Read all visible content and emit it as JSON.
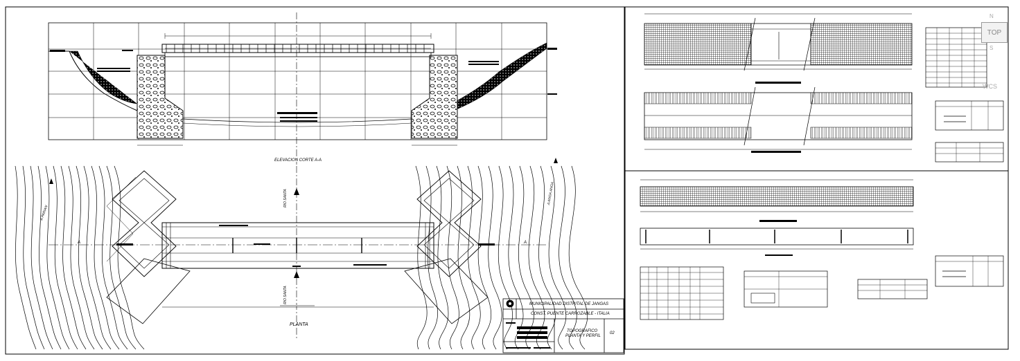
{
  "elevation": {
    "title": "ELEVACION CORTE A-A"
  },
  "plan": {
    "title": "PLANTA",
    "river_up": "RIO SANTA",
    "river_down": "RIO SANTA",
    "left_access": "A PARIAN",
    "right_access": "A ANGA ANGA",
    "section_mark_left": "A",
    "section_mark_right": "A"
  },
  "title_block": {
    "entity": "MUNICIPALIDAD DISTRITAL DE JANGAS",
    "project": "CONST. PUENTE CARROZABLE - ITALIA",
    "sheet_title_line1": "TOPOGRAFICO",
    "sheet_title_line2": "PLANTA Y PERFIL",
    "sheet_number": "02"
  },
  "viewcube": {
    "top_label": "TOP",
    "north_label": "N",
    "south_label": "S",
    "wcs_label": "WCS"
  }
}
